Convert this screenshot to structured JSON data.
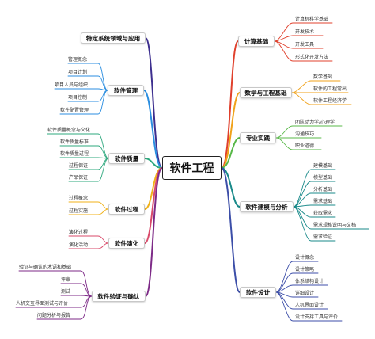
{
  "root": "软件工程",
  "branches": {
    "top_left": {
      "label": "特定系统领域与应用",
      "color": "#3d2f8f",
      "leaves": []
    },
    "mgmt": {
      "label": "软件管理",
      "color": "#2b8ee0",
      "leaves": [
        "管理概念",
        "项目计划",
        "项目人员与组织",
        "项目控制",
        "软件配置管理"
      ]
    },
    "quality": {
      "label": "软件质量",
      "color": "#2ea87e",
      "leaves": [
        "软件质量概念与文化",
        "软件质量标准",
        "软件质量过程",
        "过程保证",
        "产品保证"
      ]
    },
    "process": {
      "label": "软件过程",
      "color": "#f0b21a",
      "leaves": [
        "过程概念",
        "过程实施"
      ]
    },
    "evolution": {
      "label": "软件演化",
      "color": "#d94a6a",
      "leaves": [
        "演化过程",
        "演化活动"
      ]
    },
    "verify": {
      "label": "软件验证与确认",
      "color": "#7d2a87",
      "leaves": [
        "验证与确认的术语和基础",
        "评审",
        "测试",
        "人机交互界面测试与评价",
        "问题分析与报告"
      ]
    },
    "computing": {
      "label": "计算基础",
      "color": "#e0402c",
      "leaves": [
        "计算机科学基础",
        "开发技术",
        "开发工具",
        "形式化开发方法"
      ]
    },
    "math": {
      "label": "数学与工程基础",
      "color": "#f0a21a",
      "leaves": [
        "数学基础",
        "软件的工程常出",
        "软件工程经济学"
      ]
    },
    "practice": {
      "label": "专业实践",
      "color": "#58b848",
      "leaves": [
        "团队动力学/心理学",
        "沟通技巧",
        "职业道德"
      ]
    },
    "modeling": {
      "label": "软件建模与分析",
      "color": "#1a8a8a",
      "leaves": [
        "建模基础",
        "模型基础",
        "分析基础",
        "需求基础",
        "获取需求",
        "需求规格说明与文档",
        "需求验证"
      ]
    },
    "design": {
      "label": "软件设计",
      "color": "#3c4ea8",
      "leaves": [
        "设计概念",
        "设计策略",
        "体系结构设计",
        "详细设计",
        "人机界面设计",
        "设计支持工具与评价"
      ]
    }
  }
}
